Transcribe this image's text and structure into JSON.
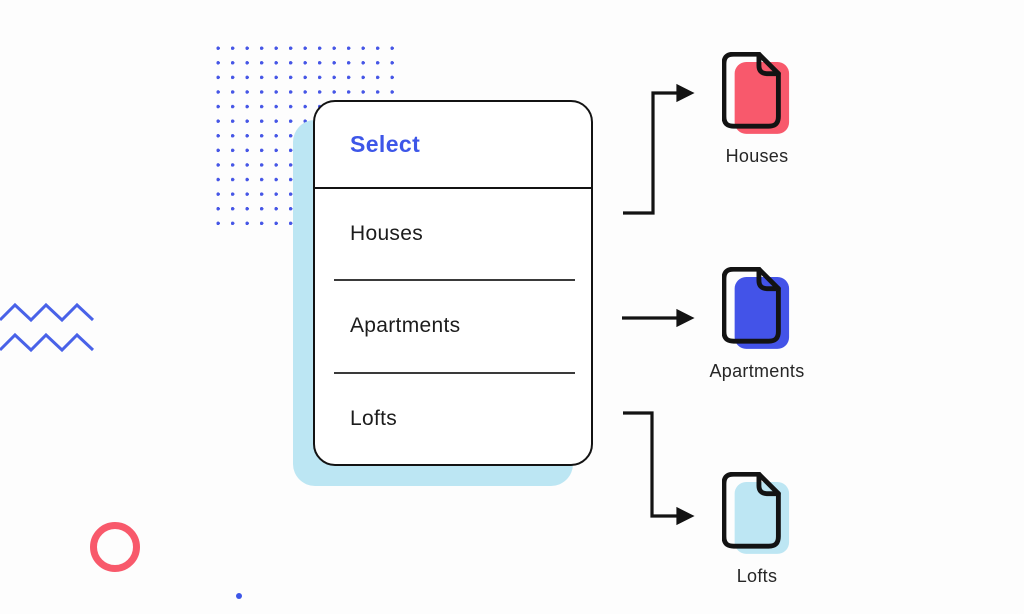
{
  "dropdown": {
    "header_label": "Select",
    "options": [
      {
        "label": "Houses"
      },
      {
        "label": "Apartments"
      },
      {
        "label": "Lofts"
      }
    ]
  },
  "results": [
    {
      "label": "Houses",
      "color": "#F8596C"
    },
    {
      "label": "Apartments",
      "color": "#4353E8"
    },
    {
      "label": "Lofts",
      "color": "#BDE6F3"
    }
  ],
  "colors": {
    "accent_blue": "#3D56E8",
    "decoration_blue": "#4656E6",
    "coral_red": "#F8596B",
    "doc_blue": "#4353E8",
    "doc_light_blue": "#BDE6F3",
    "card_shadow_blue": "#BCE6F3",
    "outline_black": "#131313"
  }
}
